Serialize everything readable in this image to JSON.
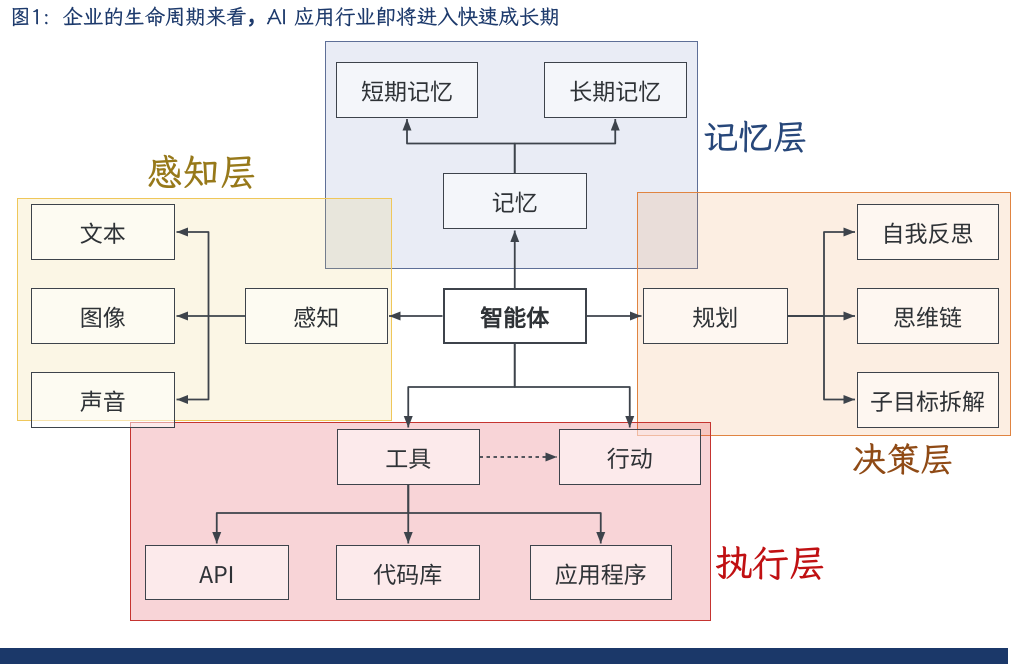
{
  "figure": {
    "label": "图1:",
    "title": "企业的生命周期来看，AI 应用行业即将进入快速成长期",
    "title_color": "#1D3A6C"
  },
  "footer": {
    "bar_color": "#1B3869"
  },
  "palette": {
    "node_border": "#3D434B",
    "node_text": "#2E3236",
    "edge": "#3D434B"
  },
  "layers": {
    "memory": {
      "label": "记忆层",
      "label_color": "#27477A",
      "fill": "#E9ECF5",
      "border": "#5E6F97"
    },
    "perception": {
      "label": "感知层",
      "label_color": "#97791A",
      "fill": "#FBF5E8",
      "border": "#EFC75A"
    },
    "decision": {
      "label": "决策层",
      "label_color": "#8F4A15",
      "fill": "#FCEEE2",
      "border": "#E08441"
    },
    "execution": {
      "label": "执行层",
      "label_color": "#C01012",
      "fill": "#F7D2D5",
      "border": "#C53430"
    }
  },
  "nodes": {
    "agent": "智能体",
    "memory": "记忆",
    "short_term_memory": "短期记忆",
    "long_term_memory": "长期记忆",
    "perception": "感知",
    "text": "文本",
    "image": "图像",
    "sound": "声音",
    "planning": "规划",
    "self_reflection": "自我反思",
    "chain_of_thought": "思维链",
    "subgoal_decomposition": "子目标拆解",
    "tools": "工具",
    "action": "行动",
    "api": "API",
    "code_library": "代码库",
    "applications": "应用程序"
  },
  "edges": [
    {
      "from": "智能体",
      "to": "记忆",
      "style": "solid"
    },
    {
      "from": "记忆",
      "to": "短期记忆",
      "style": "solid"
    },
    {
      "from": "记忆",
      "to": "长期记忆",
      "style": "solid"
    },
    {
      "from": "智能体",
      "to": "感知",
      "style": "solid"
    },
    {
      "from": "感知",
      "to": "文本",
      "style": "solid"
    },
    {
      "from": "感知",
      "to": "图像",
      "style": "solid"
    },
    {
      "from": "感知",
      "to": "声音",
      "style": "solid"
    },
    {
      "from": "智能体",
      "to": "规划",
      "style": "solid"
    },
    {
      "from": "规划",
      "to": "自我反思",
      "style": "solid"
    },
    {
      "from": "规划",
      "to": "思维链",
      "style": "solid"
    },
    {
      "from": "规划",
      "to": "子目标拆解",
      "style": "solid"
    },
    {
      "from": "智能体",
      "to": "工具",
      "style": "solid"
    },
    {
      "from": "智能体",
      "to": "行动",
      "style": "solid"
    },
    {
      "from": "工具",
      "to": "行动",
      "style": "dashed"
    },
    {
      "from": "工具",
      "to": "API",
      "style": "solid"
    },
    {
      "from": "工具",
      "to": "代码库",
      "style": "solid"
    },
    {
      "from": "工具",
      "to": "应用程序",
      "style": "solid"
    }
  ]
}
